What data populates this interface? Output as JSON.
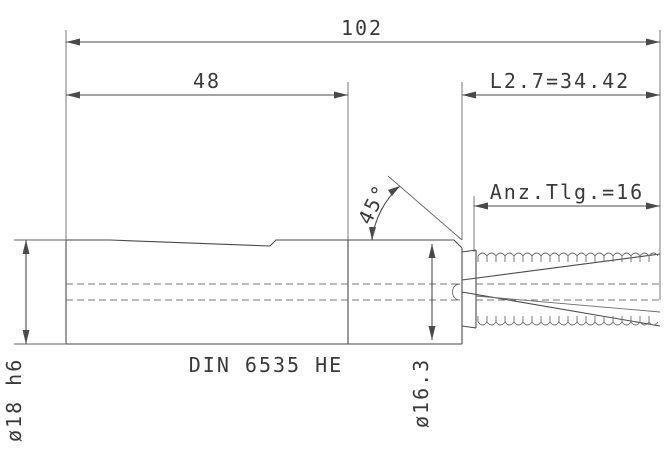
{
  "dimensions": {
    "overall_length": "102",
    "shank_length": "48",
    "thread_length": "L2.7=34.42",
    "tooth_count": "Anz.Tlg.=16",
    "chamfer_angle": "45°",
    "shank_diameter": "ø18 h6",
    "neck_diameter": "ø16.3"
  },
  "labels": {
    "standard": "DIN 6535 HE"
  },
  "colors": {
    "line": "#4a4a4a",
    "background": "#ffffff"
  }
}
